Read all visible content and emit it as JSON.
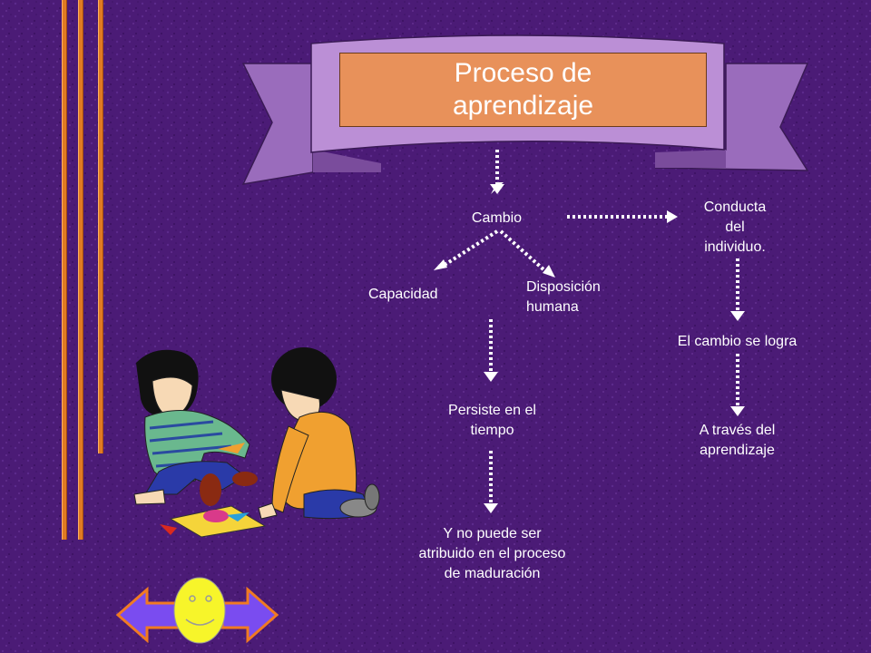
{
  "title": {
    "line1": "Proceso de",
    "line2": "aprendizaje"
  },
  "nodes": {
    "cambio": "Cambio",
    "conducta_1": "Conducta",
    "conducta_2": "del",
    "conducta_3": "individuo.",
    "capacidad": "Capacidad",
    "disposicion_1": "Disposición",
    "disposicion_2": "humana",
    "persiste_1": "Persiste en el",
    "persiste_2": "tiempo",
    "atribuido_1": "Y no puede ser",
    "atribuido_2": "atribuido en el proceso",
    "atribuido_3": "de maduración",
    "logra": "El cambio se logra",
    "traves_1": "A través del",
    "traves_2": "aprendizaje"
  },
  "colors": {
    "background": "#4a1a74",
    "ribbon": "#b98bd4",
    "title_box": "#e8915a",
    "stripe": "#e07a22"
  },
  "nav": {
    "left": "arrow-left-icon",
    "center": "smiley-icon",
    "right": "arrow-right-icon"
  }
}
